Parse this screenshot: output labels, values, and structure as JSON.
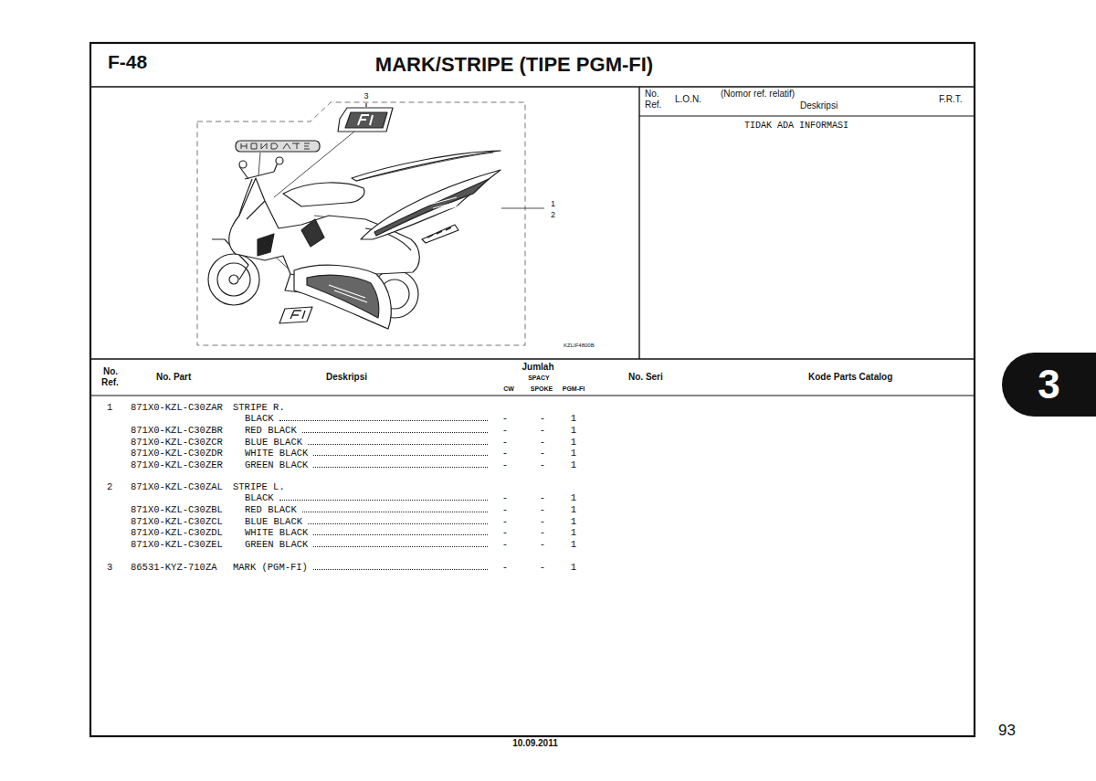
{
  "diagram": {
    "title": "MARK/STRIPE (TIPE PGM-FI)",
    "nodes": [
      {
        "text": [
          "3"
        ]
      }
    ],
    "labels": [
      "F-48",
      "3",
      "1",
      "2",
      "KZLIF4800B",
      "No.",
      "Ref.",
      "L.O.N.",
      "(Nomor ref. relatif)",
      "Deskripsi",
      "F.R.T.",
      "TIDAK ADA INFORMASI",
      "No.",
      "Ref.",
      "No. Part",
      "Deskripsi",
      "Jumlah",
      "SPACY",
      "CW",
      "SPOKE",
      "PGM-FI",
      "No. Seri",
      "Kode Parts Catalog",
      "93",
      "10.09.2011",
      "1",
      "871X0-KZL-C30ZAR",
      "STRIPE R.",
      "BLACK",
      "-",
      "-",
      "1",
      "871X0-KZL-C30ZBR",
      "RED BLACK",
      "-",
      "-",
      "1",
      "871X0-KZL-C30ZCR",
      "BLUE BLACK",
      "-",
      "-",
      "1",
      "871X0-KZL-C30ZDR",
      "WHITE BLACK",
      "-",
      "-",
      "1",
      "871X0-KZL-C30ZER",
      "GREEN BLACK",
      "-",
      "-",
      "1",
      "2",
      "871X0-KZL-C30ZAL",
      "STRIPE L.",
      "BLACK",
      "-",
      "-",
      "1",
      "871X0-KZL-C30ZBL",
      "RED BLACK",
      "-",
      "-",
      "1",
      "871X0-KZL-C30ZCL",
      "BLUE BLACK",
      "-",
      "-",
      "1",
      "871X0-KZL-C30ZDL",
      "WHITE BLACK",
      "-",
      "-",
      "1",
      "871X0-KZL-C30ZEL",
      "GREEN BLACK",
      "-",
      "-",
      "1",
      "3",
      "86531-KYZ-710ZA",
      "MARK (PGM-FI)",
      "-",
      "-",
      "1"
    ]
  }
}
